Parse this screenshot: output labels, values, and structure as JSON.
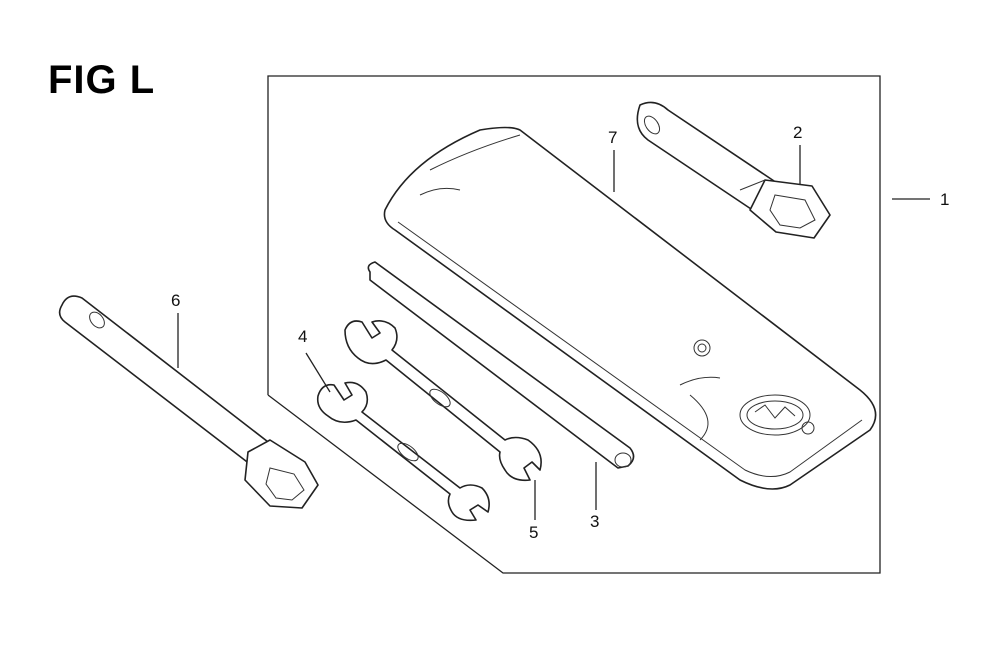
{
  "figure": {
    "title": "FIG L"
  },
  "callouts": [
    {
      "id": "c1",
      "label": "1"
    },
    {
      "id": "c2",
      "label": "2"
    },
    {
      "id": "c3",
      "label": "3"
    },
    {
      "id": "c4",
      "label": "4"
    },
    {
      "id": "c5",
      "label": "5"
    },
    {
      "id": "c6",
      "label": "6"
    },
    {
      "id": "c7",
      "label": "7"
    }
  ],
  "parts": [
    {
      "callout": "1",
      "icon": "tool-kit-assembly-icon"
    },
    {
      "callout": "2",
      "icon": "box-spanner-wrench-icon"
    },
    {
      "callout": "3",
      "icon": "tommy-bar-rod-icon"
    },
    {
      "callout": "4",
      "icon": "open-end-wrench-icon"
    },
    {
      "callout": "5",
      "icon": "open-end-wrench-icon"
    },
    {
      "callout": "6",
      "icon": "socket-spanner-wrench-icon"
    },
    {
      "callout": "7",
      "icon": "tool-bag-icon"
    }
  ]
}
